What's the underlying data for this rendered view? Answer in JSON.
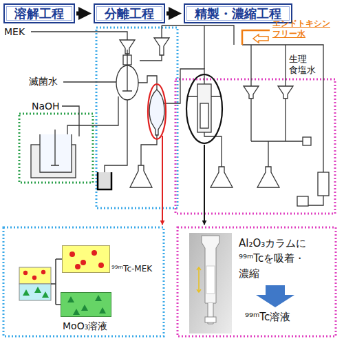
{
  "diagram": {
    "nodes": [
      {
        "text": [
          "溶解工程"
        ]
      },
      {
        "text": [
          "分離工程"
        ]
      },
      {
        "text": [
          "精製・濃縮工程"
        ]
      },
      {
        "text": [
          "⁹⁹ᵐTc-MEK"
        ]
      },
      {
        "text": [
          "MoO₃溶液"
        ]
      }
    ],
    "edges": [
      {
        "from": 0,
        "to": 1,
        "arrow": "to"
      },
      {
        "from": 1,
        "to": 2,
        "arrow": "to"
      }
    ],
    "labels": [
      "MEK",
      "滅菌水",
      "NaOH",
      "エンドトキシン フリー水",
      "生理 食塩水",
      "Al₂O₃カラムに ⁹⁹ᵐTcを吸着・ 濃縮",
      "⁹⁹ᵐTc溶液"
    ]
  }
}
